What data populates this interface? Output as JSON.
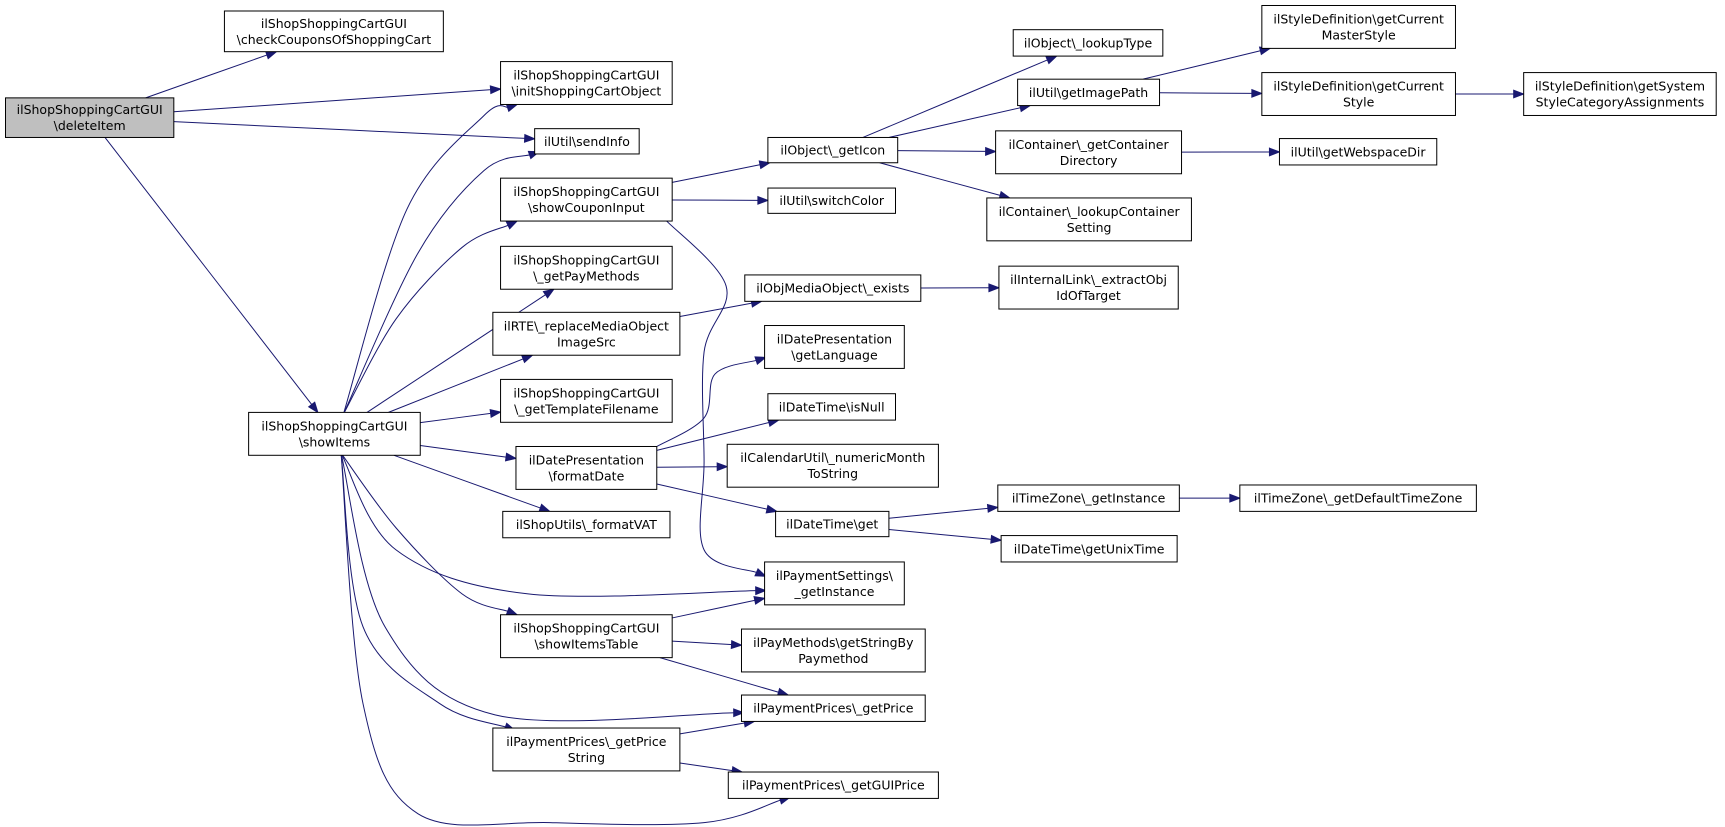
{
  "nodes": [
    {
      "id": "deleteItem",
      "lines": [
        "ilShopShoppingCartGUI",
        "\\deleteItem"
      ],
      "root": true
    },
    {
      "id": "checkCoupons",
      "lines": [
        "ilShopShoppingCartGUI",
        "\\checkCouponsOfShoppingCart"
      ]
    },
    {
      "id": "initCart",
      "lines": [
        "ilShopShoppingCartGUI",
        "\\initShoppingCartObject"
      ]
    },
    {
      "id": "sendInfo",
      "lines": [
        "ilUtil\\sendInfo"
      ]
    },
    {
      "id": "showCoupon",
      "lines": [
        "ilShopShoppingCartGUI",
        "\\showCouponInput"
      ]
    },
    {
      "id": "getPayMethods",
      "lines": [
        "ilShopShoppingCartGUI",
        "\\_getPayMethods"
      ]
    },
    {
      "id": "replaceMedia",
      "lines": [
        "ilRTE\\_replaceMediaObject",
        "ImageSrc"
      ]
    },
    {
      "id": "getTemplate",
      "lines": [
        "ilShopShoppingCartGUI",
        "\\_getTemplateFilename"
      ]
    },
    {
      "id": "showItems",
      "lines": [
        "ilShopShoppingCartGUI",
        "\\showItems"
      ]
    },
    {
      "id": "formatDate",
      "lines": [
        "ilDatePresentation",
        "\\formatDate"
      ]
    },
    {
      "id": "formatVAT",
      "lines": [
        "ilShopUtils\\_formatVAT"
      ]
    },
    {
      "id": "showItemsTable",
      "lines": [
        "ilShopShoppingCartGUI",
        "\\showItemsTable"
      ]
    },
    {
      "id": "getPriceString",
      "lines": [
        "ilPaymentPrices\\_getPrice",
        "String"
      ]
    },
    {
      "id": "getIcon",
      "lines": [
        "ilObject\\_getIcon"
      ]
    },
    {
      "id": "switchColor",
      "lines": [
        "ilUtil\\switchColor"
      ]
    },
    {
      "id": "mediaExists",
      "lines": [
        "ilObjMediaObject\\_exists"
      ]
    },
    {
      "id": "getLanguage",
      "lines": [
        "ilDatePresentation",
        "\\getLanguage"
      ]
    },
    {
      "id": "isNull",
      "lines": [
        "ilDateTime\\isNull"
      ]
    },
    {
      "id": "numericMonth",
      "lines": [
        "ilCalendarUtil\\_numericMonth",
        "ToString"
      ]
    },
    {
      "id": "dtGet",
      "lines": [
        "ilDateTime\\get"
      ]
    },
    {
      "id": "paySettings",
      "lines": [
        "ilPaymentSettings\\",
        "_getInstance"
      ]
    },
    {
      "id": "getStringBy",
      "lines": [
        "ilPayMethods\\getStringBy",
        "Paymethod"
      ]
    },
    {
      "id": "getPrice",
      "lines": [
        "ilPaymentPrices\\_getPrice"
      ]
    },
    {
      "id": "getGUIPrice",
      "lines": [
        "ilPaymentPrices\\_getGUIPrice"
      ]
    },
    {
      "id": "lookupType",
      "lines": [
        "ilObject\\_lookupType"
      ]
    },
    {
      "id": "getImagePath",
      "lines": [
        "ilUtil\\getImagePath"
      ]
    },
    {
      "id": "getContainerDir",
      "lines": [
        "ilContainer\\_getContainer",
        "Directory"
      ]
    },
    {
      "id": "lookupContainer",
      "lines": [
        "ilContainer\\_lookupContainer",
        "Setting"
      ]
    },
    {
      "id": "extractObj",
      "lines": [
        "ilInternalLink\\_extractObj",
        "IdOfTarget"
      ]
    },
    {
      "id": "tzGetInstance",
      "lines": [
        "ilTimeZone\\_getInstance"
      ]
    },
    {
      "id": "getUnixTime",
      "lines": [
        "ilDateTime\\getUnixTime"
      ]
    },
    {
      "id": "masterStyle",
      "lines": [
        "ilStyleDefinition\\getCurrent",
        "MasterStyle"
      ]
    },
    {
      "id": "currentStyle",
      "lines": [
        "ilStyleDefinition\\getCurrent",
        "Style"
      ]
    },
    {
      "id": "webspaceDir",
      "lines": [
        "ilUtil\\getWebspaceDir"
      ]
    },
    {
      "id": "defaultTZ",
      "lines": [
        "ilTimeZone\\_getDefaultTimeZone"
      ]
    },
    {
      "id": "styleCat",
      "lines": [
        "ilStyleDefinition\\getSystem",
        "StyleCategoryAssignments"
      ]
    }
  ],
  "edges": [
    {
      "from": "deleteItem",
      "to": "checkCoupons"
    },
    {
      "from": "deleteItem",
      "to": "initCart"
    },
    {
      "from": "deleteItem",
      "to": "sendInfo"
    },
    {
      "from": "deleteItem",
      "to": "showItems"
    },
    {
      "from": "showItems",
      "to": "initCart"
    },
    {
      "from": "showItems",
      "to": "sendInfo"
    },
    {
      "from": "showItems",
      "to": "showCoupon"
    },
    {
      "from": "showItems",
      "to": "getPayMethods"
    },
    {
      "from": "showItems",
      "to": "replaceMedia"
    },
    {
      "from": "showItems",
      "to": "getTemplate"
    },
    {
      "from": "showItems",
      "to": "formatDate"
    },
    {
      "from": "showItems",
      "to": "formatVAT"
    },
    {
      "from": "showItems",
      "to": "paySettings"
    },
    {
      "from": "showItems",
      "to": "showItemsTable"
    },
    {
      "from": "showItems",
      "to": "getPrice"
    },
    {
      "from": "showItems",
      "to": "getPriceString"
    },
    {
      "from": "showItems",
      "to": "getGUIPrice"
    },
    {
      "from": "showCoupon",
      "to": "getIcon"
    },
    {
      "from": "showCoupon",
      "to": "switchColor"
    },
    {
      "from": "showCoupon",
      "to": "paySettings"
    },
    {
      "from": "replaceMedia",
      "to": "mediaExists"
    },
    {
      "from": "formatDate",
      "to": "getLanguage"
    },
    {
      "from": "formatDate",
      "to": "isNull"
    },
    {
      "from": "formatDate",
      "to": "numericMonth"
    },
    {
      "from": "formatDate",
      "to": "dtGet"
    },
    {
      "from": "showItemsTable",
      "to": "paySettings"
    },
    {
      "from": "showItemsTable",
      "to": "getStringBy"
    },
    {
      "from": "showItemsTable",
      "to": "getPrice"
    },
    {
      "from": "getPriceString",
      "to": "getPrice"
    },
    {
      "from": "getPriceString",
      "to": "getGUIPrice"
    },
    {
      "from": "getIcon",
      "to": "lookupType"
    },
    {
      "from": "getIcon",
      "to": "getImagePath"
    },
    {
      "from": "getIcon",
      "to": "getContainerDir"
    },
    {
      "from": "getIcon",
      "to": "lookupContainer"
    },
    {
      "from": "mediaExists",
      "to": "extractObj"
    },
    {
      "from": "dtGet",
      "to": "tzGetInstance"
    },
    {
      "from": "dtGet",
      "to": "getUnixTime"
    },
    {
      "from": "getImagePath",
      "to": "masterStyle"
    },
    {
      "from": "getImagePath",
      "to": "currentStyle"
    },
    {
      "from": "getContainerDir",
      "to": "webspaceDir"
    },
    {
      "from": "tzGetInstance",
      "to": "defaultTZ"
    },
    {
      "from": "currentStyle",
      "to": "styleCat"
    }
  ]
}
